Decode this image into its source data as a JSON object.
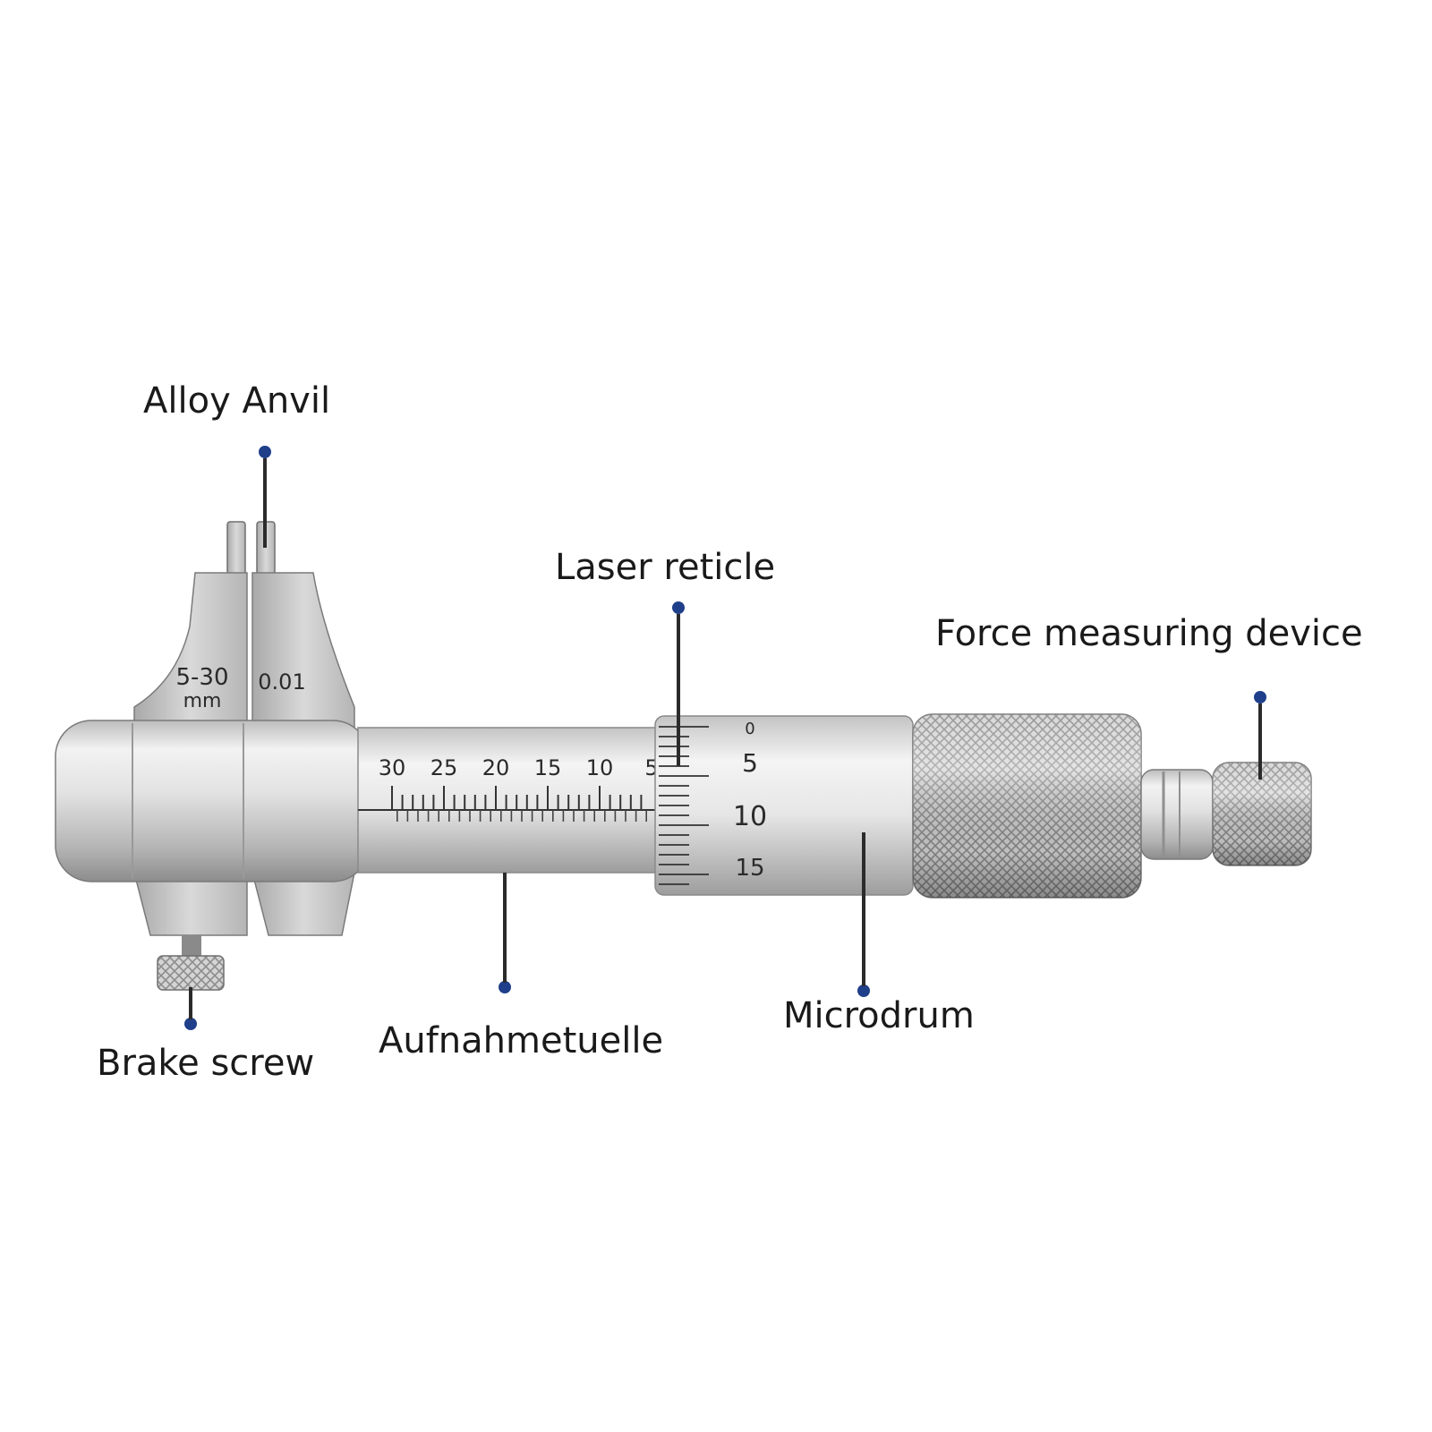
{
  "colors": {
    "background": "#ffffff",
    "label_text": "#1a1a1a",
    "leader_line": "#2b2b2b",
    "callout_dot": "#1f3f8a",
    "steel_light": "#eaeaea",
    "steel_mid": "#c9c9c9",
    "steel_dark": "#8f8f8f"
  },
  "callouts": {
    "alloy_anvil": "Alloy Anvil",
    "laser_reticle": "Laser reticle",
    "force_measuring_device": "Force measuring device",
    "brake_screw": "Brake screw",
    "aufnahmetuelle": "Aufnahmetuelle",
    "microdrum": "Microdrum"
  },
  "instrument": {
    "range_line1": "5-30",
    "range_line2": "mm",
    "resolution": "0.01",
    "sleeve_scale": [
      "30",
      "25",
      "20",
      "15",
      "10",
      "5"
    ],
    "thimble_scale": [
      "0",
      "5",
      "10",
      "15"
    ]
  }
}
